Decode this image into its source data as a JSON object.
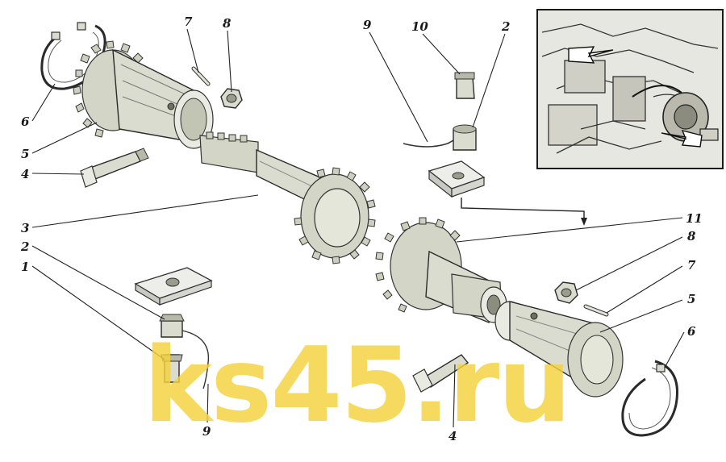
{
  "watermark": "ks45.ru",
  "callouts": {
    "left_top_7": "7",
    "left_top_8": "8",
    "left_6": "6",
    "left_5": "5",
    "left_4": "4",
    "left_3": "3",
    "left_2": "2",
    "left_1": "1",
    "left_bottom_9": "9",
    "mid_top_9": "9",
    "mid_top_10": "10",
    "mid_top_2": "2",
    "right_11": "11",
    "right_8": "8",
    "right_7": "7",
    "right_5": "5",
    "right_6": "6",
    "right_bottom_4": "4"
  },
  "colors": {
    "watermark": "#f4d23c",
    "part_fill": "#d9dccf",
    "line": "#222222"
  }
}
